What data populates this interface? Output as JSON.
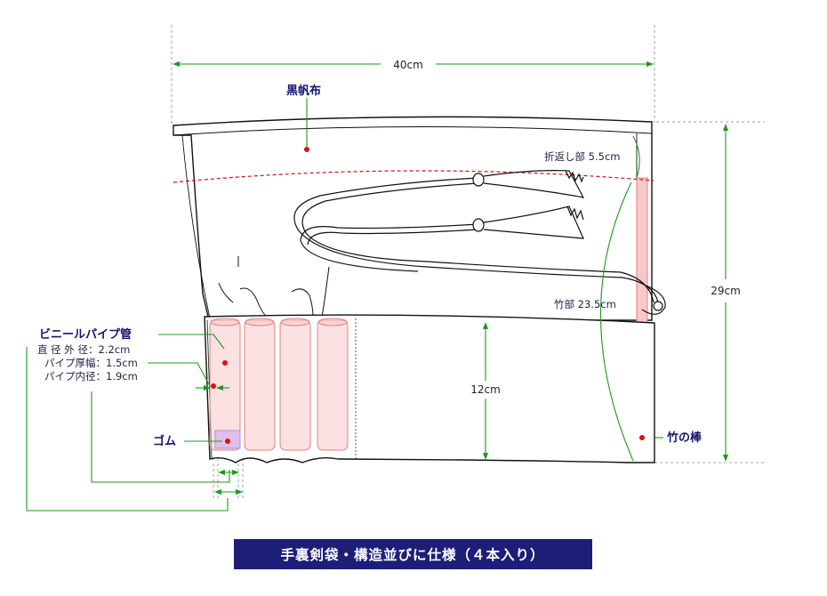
{
  "labels": {
    "cloth": "黒帆布",
    "folded": "折返し部 5.5cm",
    "bamboo_part": "竹部 23.5cm",
    "pipe": "ビニールパイプ管",
    "pipe_outer": "直 径 外 径：2.2cm",
    "pipe_thick": "パイプ厚幅：1.5cm",
    "pipe_inner": "パイプ内径：1.9cm",
    "rubber": "ゴム",
    "bamboo_rod": "竹の棒"
  },
  "dimensions": {
    "width": "40cm",
    "height": "29cm",
    "pocket": "12cm"
  },
  "title": "手裏剣袋・構造並びに仕様（４本入り）",
  "colors": {
    "dimension_line": "#1a9a1a",
    "label": "#14146e",
    "fold_line": "#d01010",
    "pipe_fill": "#f8c8c8",
    "pipe_stroke": "#e08080",
    "title_bg": "#1e1e78"
  }
}
